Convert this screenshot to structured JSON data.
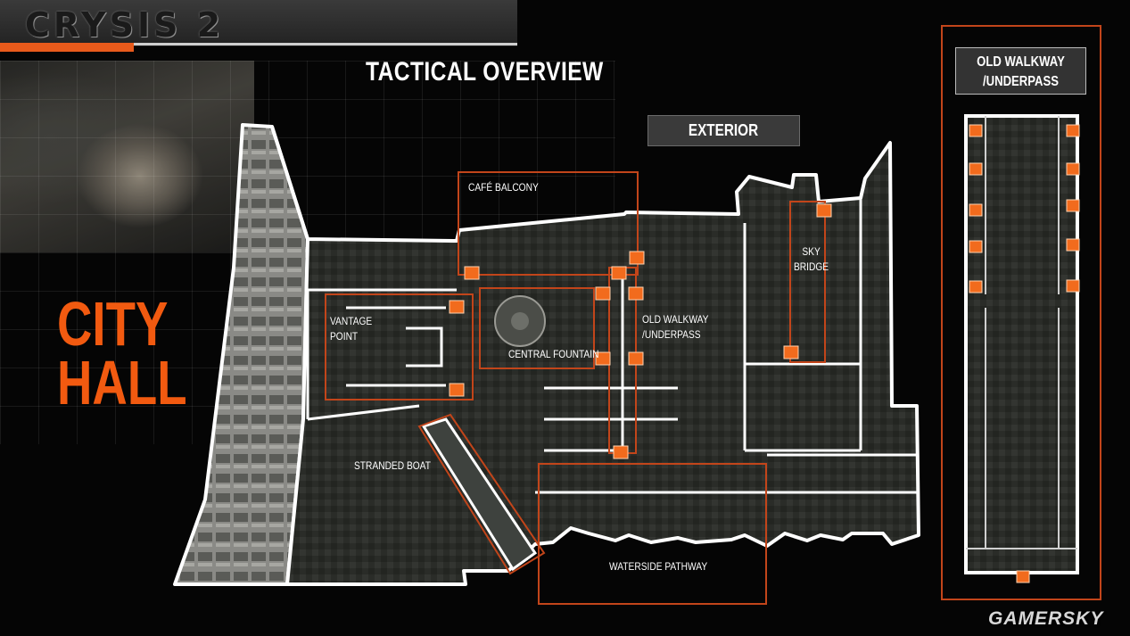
{
  "header": {
    "game_logo": "CRYSIS 2",
    "tactical_title": "TACTICAL OVERVIEW"
  },
  "map_name": {
    "line1": "CITY",
    "line2": "HALL"
  },
  "exterior_label": "EXTERIOR",
  "zones": {
    "cafe_balcony": "CAFÉ BALCONY",
    "vantage_point": [
      "VANTAGE",
      "POINT"
    ],
    "central_fountain": "CENTRAL FOUNTAIN",
    "old_walkway": [
      "OLD WALKWAY",
      "/UNDERPASS"
    ],
    "sky_bridge": [
      "SKY",
      "BRIDGE"
    ],
    "stranded_boat": "STRANDED BOAT",
    "waterside_pathway": "WATERSIDE PATHWAY"
  },
  "side_panel": {
    "title": [
      "OLD WALKWAY",
      "/UNDERPASS"
    ]
  },
  "watermark": "GAMERSKY",
  "colors": {
    "accent": "#f25a10",
    "zone_outline": "#c2451a",
    "map_outline": "#ffffff",
    "background": "#050505"
  },
  "icons": {
    "marker": "orange-arrow-square-icon"
  }
}
